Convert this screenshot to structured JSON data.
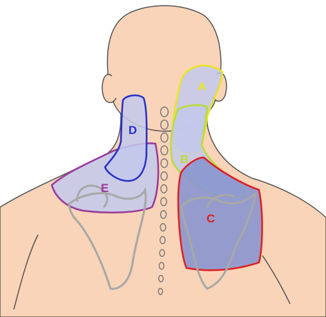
{
  "regions": [
    {
      "id": "A",
      "label": "A",
      "color": "#e8e620"
    },
    {
      "id": "B",
      "label": "B",
      "color": "#b8dc3a"
    },
    {
      "id": "C",
      "label": "C",
      "color": "#e01e22"
    },
    {
      "id": "D",
      "label": "D",
      "color": "#2a32c8"
    },
    {
      "id": "E",
      "label": "E",
      "color": "#9a3a9a"
    }
  ],
  "colors": {
    "skin": "#f9d4b8",
    "outline": "#555555",
    "bone": "#a8a8a8",
    "fill_light": "#c3c9ec",
    "fill_dark": "#8a96cf"
  },
  "vertebrae_count": 15
}
